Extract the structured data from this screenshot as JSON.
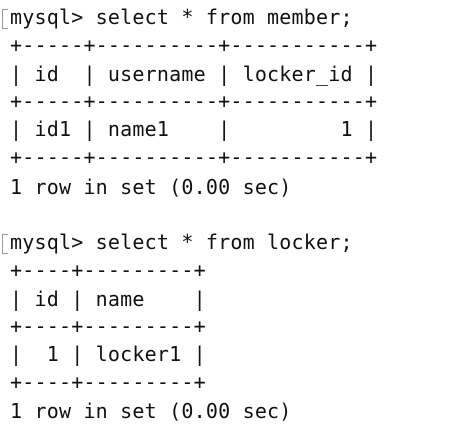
{
  "terminal": {
    "blocks": [
      {
        "command": "mysql> select * from member;",
        "table": [
          "+-----+----------+-----------+",
          "| id  | username | locker_id |",
          "+-----+----------+-----------+",
          "| id1 | name1    |         1 |",
          "+-----+----------+-----------+"
        ],
        "result": "1 row in set (0.00 sec)"
      },
      {
        "command": "mysql> select * from locker;",
        "table": [
          "+----+---------+",
          "| id | name    |",
          "+----+---------+",
          "|  1 | locker1 |",
          "+----+---------+"
        ],
        "result": "1 row in set (0.00 sec)"
      }
    ]
  }
}
